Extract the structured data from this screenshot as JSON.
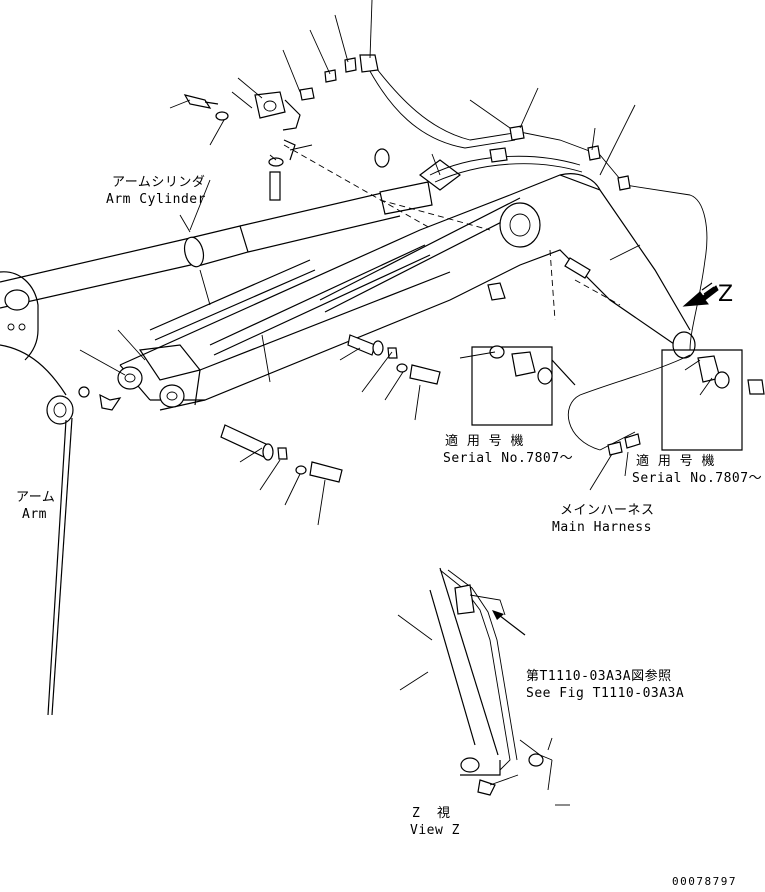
{
  "labels": {
    "arm_cylinder_jp": "アームシリンダ",
    "arm_cylinder_en": "Arm Cylinder",
    "arm_jp": "アーム",
    "arm_en": "Arm",
    "view_letter": "Z",
    "serial_1_jp": "適 用 号 機",
    "serial_1_en": "Serial No.7807～",
    "serial_2_jp": "適 用 号 機",
    "serial_2_en": "Serial No.7807～",
    "main_harness_jp": "メインハーネス",
    "main_harness_en": "Main Harness",
    "see_fig_jp": "第T1110-03A3A図参照",
    "see_fig_en": "See Fig T1110-03A3A",
    "view_z_jp": "Z  視",
    "view_z_en": "View Z",
    "drawing_number": "00078797"
  }
}
